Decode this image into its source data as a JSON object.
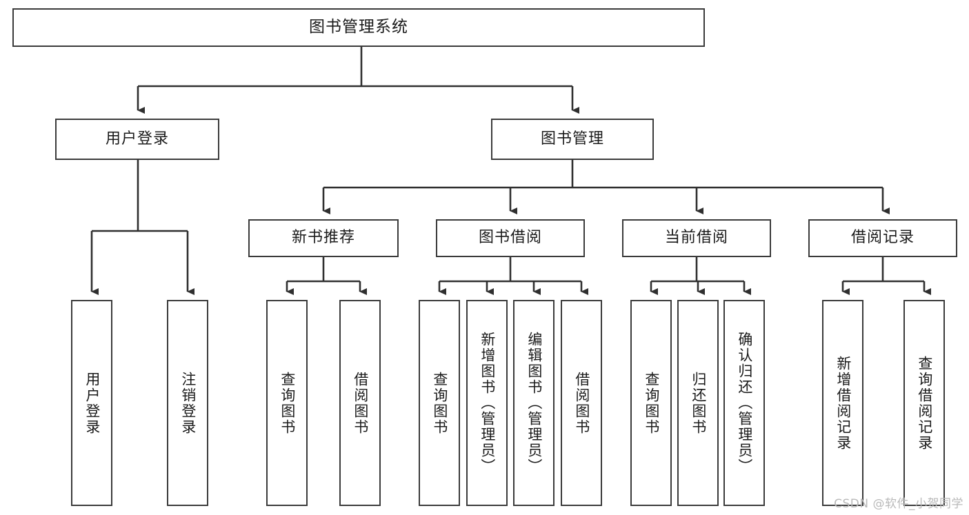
{
  "diagram": {
    "title": "图书管理系统",
    "watermark": "CSDN @软件_小贺同学",
    "colors": {
      "box_border": "#3a3a3a",
      "background": "#ffffff",
      "text": "#1a1a1a",
      "connector": "#2f2f2f",
      "watermark": "#b9b9b9"
    },
    "levels": {
      "level1": [
        {
          "id": "root",
          "label": "图书管理系统"
        }
      ],
      "level2": [
        {
          "id": "user-login",
          "label": "用户登录"
        },
        {
          "id": "book-manage",
          "label": "图书管理"
        }
      ],
      "level3": [
        {
          "id": "new-book-recommend",
          "label": "新书推荐"
        },
        {
          "id": "book-borrow",
          "label": "图书借阅"
        },
        {
          "id": "current-borrow",
          "label": "当前借阅"
        },
        {
          "id": "borrow-record",
          "label": "借阅记录"
        }
      ],
      "level4": [
        {
          "id": "leaf-user-login",
          "label": "用户登录",
          "parent": "user-login"
        },
        {
          "id": "leaf-user-logout",
          "label": "注销登录",
          "parent": "user-login"
        },
        {
          "id": "leaf-query-book-1",
          "label": "查询图书",
          "parent": "new-book-recommend"
        },
        {
          "id": "leaf-borrow-book-1",
          "label": "借阅图书",
          "parent": "new-book-recommend"
        },
        {
          "id": "leaf-query-book-2",
          "label": "查询图书",
          "parent": "book-borrow"
        },
        {
          "id": "leaf-add-book",
          "label": "新增图书（管理员）",
          "parent": "book-borrow"
        },
        {
          "id": "leaf-edit-book",
          "label": "编辑图书（管理员）",
          "parent": "book-borrow"
        },
        {
          "id": "leaf-borrow-book-2",
          "label": "借阅图书",
          "parent": "book-borrow"
        },
        {
          "id": "leaf-query-book-3",
          "label": "查询图书",
          "parent": "current-borrow"
        },
        {
          "id": "leaf-return-book",
          "label": "归还图书",
          "parent": "current-borrow"
        },
        {
          "id": "leaf-confirm-return",
          "label": "确认归还（管理员）",
          "parent": "current-borrow"
        },
        {
          "id": "leaf-add-record",
          "label": "新增借阅记录",
          "parent": "borrow-record"
        },
        {
          "id": "leaf-query-record",
          "label": "查询借阅记录",
          "parent": "borrow-record"
        }
      ]
    }
  }
}
